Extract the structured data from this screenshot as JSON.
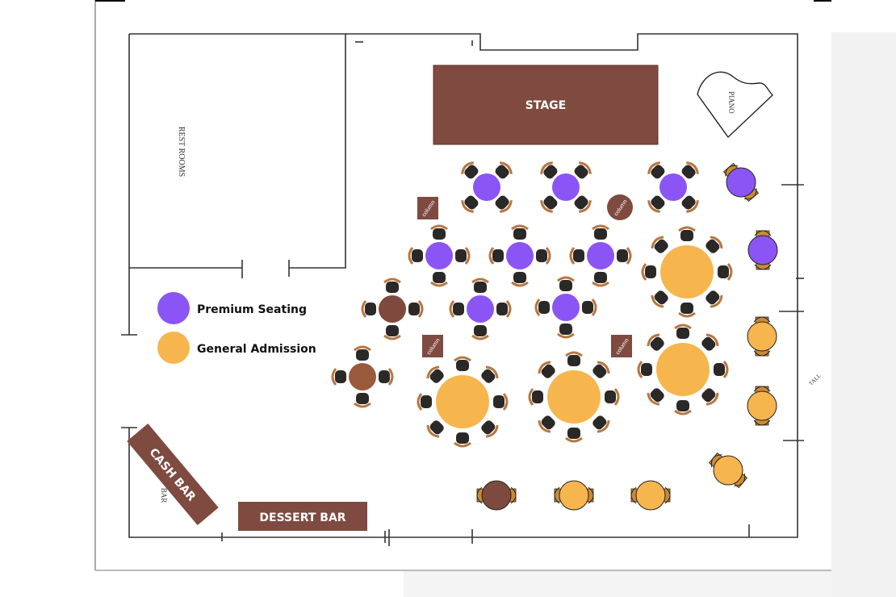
{
  "colors": {
    "premium": "#8b55f5",
    "general": "#f7b54e",
    "reserved": "#7e4a3e",
    "reserved_light": "#9a5a3c",
    "brown_block": "#7f4a3f",
    "chair": "#2b2928",
    "chair_back": "#b8763f",
    "wall": "#333333"
  },
  "labels": {
    "stage": "STAGE",
    "piano": "PIANO",
    "rest_rooms": "REST ROOMS",
    "cash_bar": "CASH BAR",
    "dessert_bar": "DESSERT BAR",
    "bar": "BAR",
    "tall": "TALL",
    "column": "column"
  },
  "legend": [
    {
      "label": "Premium Seating",
      "category": "premium"
    },
    {
      "label": "General Admission",
      "category": "general"
    }
  ],
  "tables": [
    {
      "id": "t1",
      "type": "round4x",
      "category": "premium"
    },
    {
      "id": "t2",
      "type": "round4x",
      "category": "premium"
    },
    {
      "id": "t3",
      "type": "round4x",
      "category": "premium"
    },
    {
      "id": "t4",
      "type": "highboy",
      "category": "premium"
    },
    {
      "id": "t5",
      "type": "round4",
      "category": "premium"
    },
    {
      "id": "t6",
      "type": "round4",
      "category": "premium"
    },
    {
      "id": "t7",
      "type": "round4",
      "category": "premium"
    },
    {
      "id": "t8",
      "type": "highboy",
      "category": "premium"
    },
    {
      "id": "t9",
      "type": "round4",
      "category": "reserved"
    },
    {
      "id": "t10",
      "type": "round4",
      "category": "premium"
    },
    {
      "id": "t11",
      "type": "round4",
      "category": "premium"
    },
    {
      "id": "t12",
      "type": "round8",
      "category": "general"
    },
    {
      "id": "t13",
      "type": "round4",
      "category": "reserved_light"
    },
    {
      "id": "t14",
      "type": "round8",
      "category": "general"
    },
    {
      "id": "t15",
      "type": "round8",
      "category": "general"
    },
    {
      "id": "t16",
      "type": "round8",
      "category": "general"
    },
    {
      "id": "t17",
      "type": "highboy",
      "category": "general"
    },
    {
      "id": "t18",
      "type": "highboy",
      "category": "general"
    },
    {
      "id": "t19",
      "type": "highboy",
      "category": "general"
    },
    {
      "id": "t20",
      "type": "highboy",
      "category": "reserved"
    },
    {
      "id": "t21",
      "type": "highboy",
      "category": "general"
    },
    {
      "id": "t22",
      "type": "highboy",
      "category": "general"
    }
  ],
  "columns": [
    {
      "id": "c1",
      "shape": "square"
    },
    {
      "id": "c2",
      "shape": "round"
    },
    {
      "id": "c3",
      "shape": "square"
    },
    {
      "id": "c4",
      "shape": "square"
    }
  ]
}
